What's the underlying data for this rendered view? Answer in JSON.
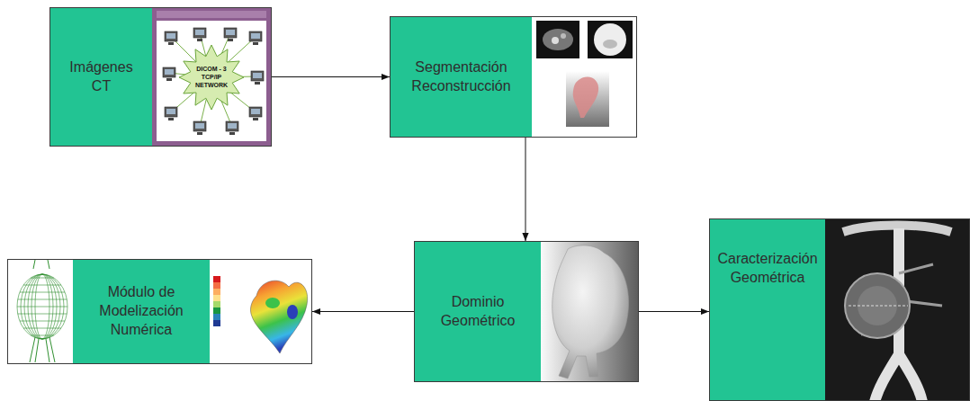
{
  "diagram": {
    "nodes": [
      {
        "text": [
          "Imágenes CT"
        ]
      },
      {
        "text": [
          "Segmentación Reconstrucción"
        ]
      },
      {
        "text": [
          "Dominio Geométrico"
        ]
      },
      {
        "text": [
          "Caracterización Geométrica"
        ]
      },
      {
        "text": [
          "Módulo de Modelización Numérica"
        ]
      }
    ],
    "edges": [
      {
        "from": 0,
        "to": 1,
        "arrow": "to"
      },
      {
        "from": 1,
        "to": 2,
        "arrow": "to"
      },
      {
        "from": 2,
        "to": 4,
        "arrow": "to"
      },
      {
        "from": 2,
        "to": 3,
        "arrow": "to"
      }
    ],
    "labels": [
      "DICOM - 3",
      "TCP/IP",
      "NETWORK"
    ]
  }
}
